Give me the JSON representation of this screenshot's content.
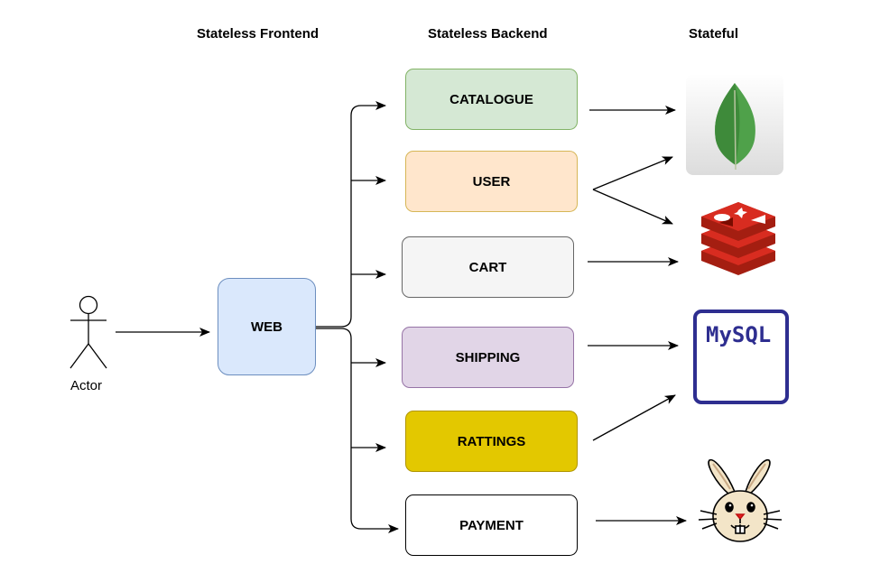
{
  "headers": {
    "frontend": "Stateless Frontend",
    "backend": "Stateless Backend",
    "stateful": "Stateful"
  },
  "actor": {
    "label": "Actor"
  },
  "frontend": {
    "web": "WEB"
  },
  "services": {
    "catalogue": "CATALOGUE",
    "user": "USER",
    "cart": "CART",
    "shipping": "SHIPPING",
    "ratings": "RATTINGS",
    "payment": "PAYMENT"
  },
  "datastores": {
    "mongodb": {
      "icon": "mongodb-leaf-icon"
    },
    "redis": {
      "icon": "redis-icon"
    },
    "mysql": {
      "icon": "mysql-icon",
      "text": "MySQL"
    },
    "rabbitmq": {
      "icon": "rabbit-icon"
    }
  },
  "colors": {
    "web": "#dae8fc",
    "catalogue": "#d5e8d4",
    "user": "#ffe6cc",
    "cart": "#f5f5f5",
    "shipping": "#e1d5e7",
    "ratings": "#e3c800",
    "payment": "#ffffff"
  }
}
